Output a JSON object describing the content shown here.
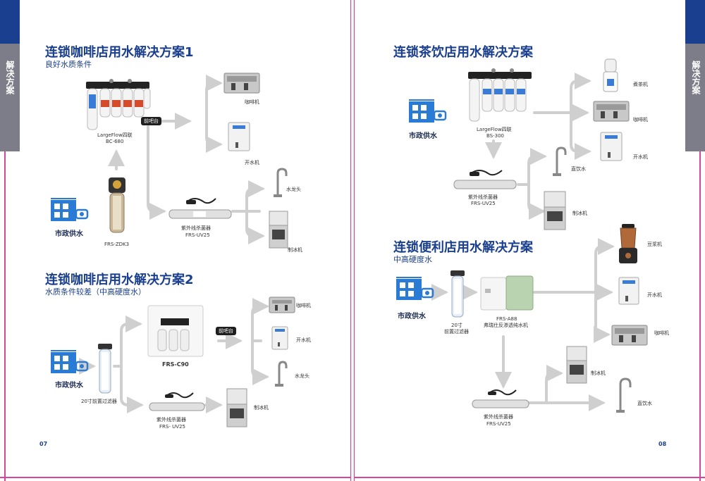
{
  "colors": {
    "brand": "#1a3f8f",
    "arrow": "#cfcfcf",
    "tab": "#7d7d8a",
    "border": "#d5479c"
  },
  "side_tab": {
    "label": "解决方案"
  },
  "left": {
    "page_number": "07",
    "s1": {
      "title": "连锁咖啡店用水解决方案1",
      "subtitle": "良好水质条件",
      "source": "市政供水",
      "pre_filter": "FRS-ZDK3",
      "filter_name": "LargeFlow四联",
      "filter_model": "BC-680",
      "front_bar": "前吧台",
      "coffee": "咖啡机",
      "boiler": "开水机",
      "faucet": "水龙头",
      "ice": "制冰机",
      "uv_name": "紫外线杀菌器",
      "uv_model": "FRS-UV25"
    },
    "s2": {
      "title": "连锁咖啡店用水解决方案2",
      "subtitle": "水质条件较差（中高硬度水）",
      "source": "市政供水",
      "pre_filter": "20寸前置过滤器",
      "ro_model": "FRS-C90",
      "front_bar": "前吧台",
      "coffee": "咖啡机",
      "boiler": "开水机",
      "faucet": "水龙头",
      "ice": "制冰机",
      "uv_name": "紫外线杀菌器",
      "uv_model": "FRS- UV25"
    }
  },
  "right": {
    "page_number": "08",
    "s3": {
      "title": "连锁茶饮店用水解决方案",
      "source": "市政供水",
      "filter_name": "LargeFlow四联",
      "filter_model": "BS-300",
      "tea": "煮茶机",
      "coffee": "咖啡机",
      "boiler": "开水机",
      "drinking": "直饮水",
      "ice": "制冰机",
      "uv_name": "紫外线杀菌器",
      "uv_model": "FRS-UV25"
    },
    "s4": {
      "title": "连锁便利店用水解决方案",
      "subtitle": "中高硬度水",
      "source": "市政供水",
      "pre_filter_1": "20寸",
      "pre_filter_2": "前置过滤器",
      "ro_model": "FRS-A88",
      "ro_name": "弗瑞仕反渗透纯水机",
      "soy": "豆浆机",
      "boiler": "开水机",
      "coffee": "咖啡机",
      "ice": "制冰机",
      "drinking": "直饮水",
      "uv_name": "紫外线杀菌器",
      "uv_model": "FRS-UV25"
    }
  }
}
